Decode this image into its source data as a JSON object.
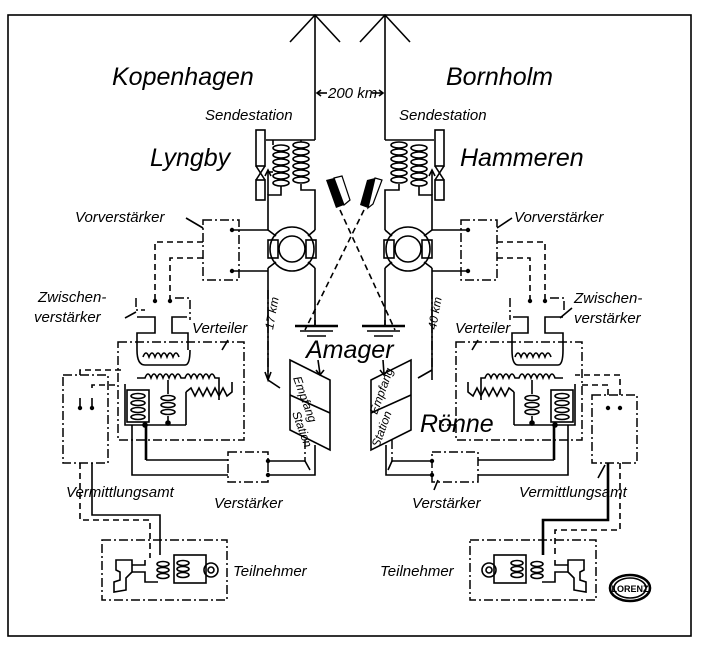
{
  "title": "Telephone radio link Kopenhagen – Bornholm",
  "left": {
    "city": "Kopenhagen",
    "transmitter_label": "Sendestation",
    "transmitter_site": "Lyngby",
    "preamp_label": "Vorverstärker",
    "intermediate_amp_label_1": "Zwischen-",
    "intermediate_amp_label_2": "verstärker",
    "distributor_label": "Verteiler",
    "exchange_label": "Vermittlungsamt",
    "amplifier_label": "Verstärker",
    "subscriber_label": "Teilnehmer",
    "distance_label": "17 km",
    "receiver_line_1": "Empfang",
    "receiver_line_2": "Station"
  },
  "right": {
    "city": "Bornholm",
    "transmitter_label": "Sendestation",
    "transmitter_site": "Hammeren",
    "preamp_label": "Vorverstärker",
    "intermediate_amp_label_1": "Zwischen-",
    "intermediate_amp_label_2": "verstärker",
    "distributor_label": "Verteiler",
    "exchange_label": "Vermittlungsamt",
    "amplifier_label": "Verstärker",
    "subscriber_label": "Teilnehmer",
    "distance_label": "40 km",
    "receiver_line_1": "Empfang",
    "receiver_line_2": "Station",
    "receiver_site": "Rönne"
  },
  "center": {
    "span_label": "200 km",
    "receiver_site": "Amager"
  },
  "logo": "LORENZ"
}
